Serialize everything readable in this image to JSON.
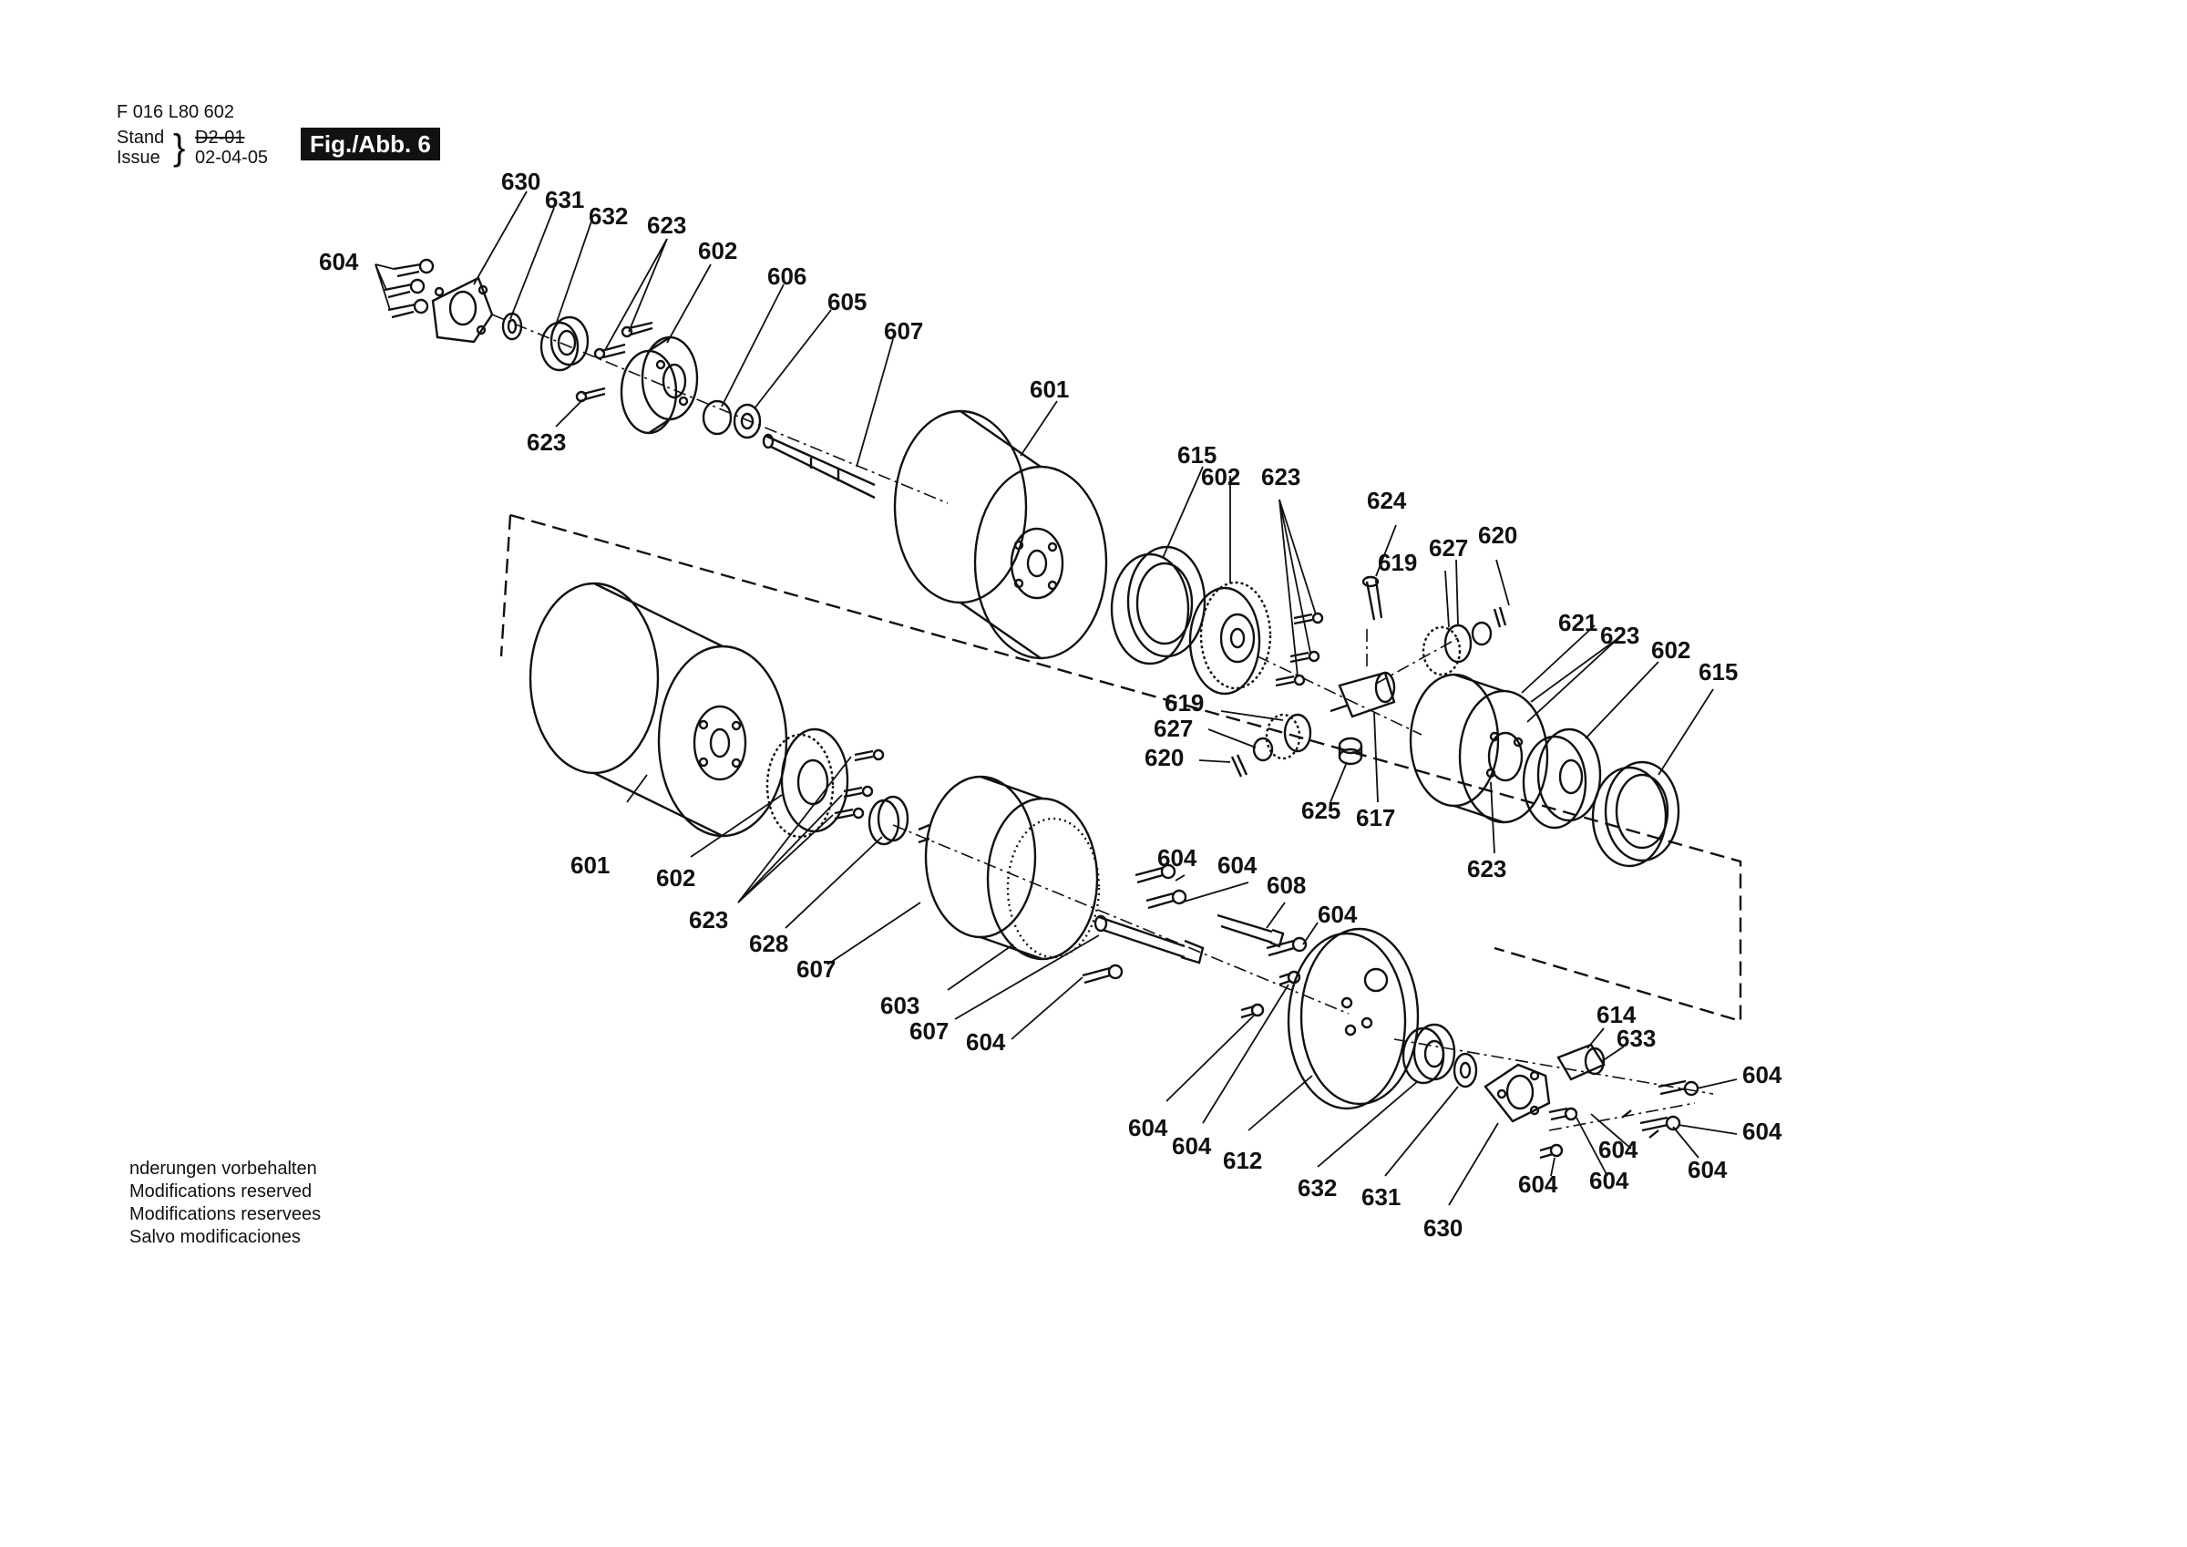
{
  "header": {
    "doc_number": "F 016 L80 602",
    "stand_label": "Stand",
    "issue_label": "Issue",
    "old_revision": "D2-01",
    "new_revision": "02-04-05",
    "figure_label": "Fig./Abb. 6"
  },
  "notes": [
    "nderungen vorbehalten",
    "Modifications reserved",
    "Modifications reservees",
    "Salvo modificaciones"
  ],
  "part_labels": [
    "630",
    "631",
    "632",
    "623",
    "602",
    "604",
    "606",
    "605",
    "607",
    "623",
    "601",
    "615",
    "602",
    "623",
    "624",
    "627",
    "620",
    "619",
    "621",
    "623",
    "602",
    "615",
    "619",
    "627",
    "620",
    "625",
    "617",
    "623",
    "601",
    "602",
    "623",
    "628",
    "607",
    "603",
    "607",
    "604",
    "604",
    "604",
    "608",
    "604",
    "614",
    "633",
    "604",
    "604",
    "604",
    "604",
    "604",
    "604",
    "604",
    "612",
    "632",
    "631",
    "630"
  ]
}
